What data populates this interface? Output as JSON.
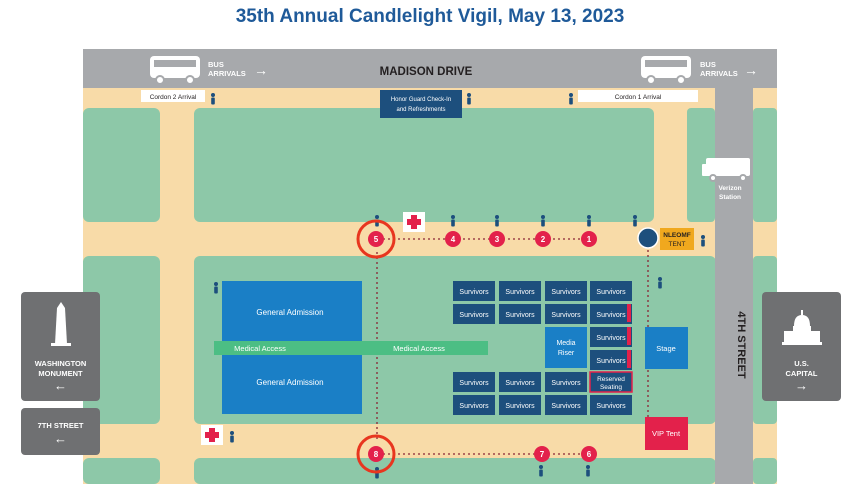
{
  "title": "35th Annual Candlelight Vigil, May 13, 2023",
  "streets": {
    "madison": "MADISON DRIVE",
    "fourth": "4TH STREET"
  },
  "bus_arrivals_left": [
    "BUS",
    "ARRIVALS"
  ],
  "bus_arrivals_right": [
    "BUS",
    "ARRIVALS"
  ],
  "cordon2": "Cordon 2 Arrival",
  "cordon1": "Cordon 1 Arrival",
  "honor_guard": [
    "Honor Guard Check-In",
    "and Refreshments"
  ],
  "verizon": [
    "Verizon",
    "Station"
  ],
  "nleomf": [
    "NLEOMF",
    "TENT"
  ],
  "general_admission_top": "General Admission",
  "general_admission_bottom": "General Admission",
  "medical_access_1": "Medical Access",
  "medical_access_2": "Medical Access",
  "survivors": "Survivors",
  "media_riser": [
    "Media",
    "Riser"
  ],
  "reserved_seating": [
    "Reserved",
    "Seating"
  ],
  "stage": "Stage",
  "vip_tent": "VIP Tent",
  "washington_monument": [
    "WASHINGTON",
    "MONUMENT"
  ],
  "seventh_street": "7TH STREET",
  "us_capital": [
    "U.S.",
    "CAPITAL"
  ],
  "arrows": {
    "left": "←",
    "right": "→"
  },
  "route_top": [
    "5",
    "4",
    "3",
    "2",
    "1"
  ],
  "route_bottom": [
    "8",
    "7",
    "6"
  ],
  "colors": {
    "grass": "#8dc8a8",
    "path": "#f8dba8",
    "road": "#a7a9ac",
    "navy": "#1d4f7d",
    "blue": "#1a7fc6",
    "marker": "#e3214b",
    "highlight": "#e8361f",
    "gold": "#f0a81e",
    "medical_green": "#4cbe84"
  }
}
